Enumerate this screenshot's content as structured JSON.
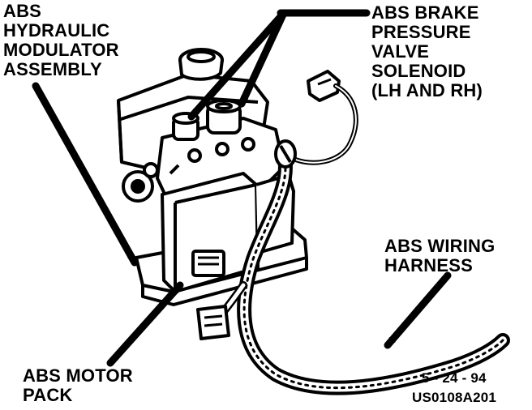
{
  "labels": {
    "hydraulic_modulator": "ABS\nHYDRAULIC\nMODULATOR\nASSEMBLY",
    "brake_pressure_solenoid": "ABS BRAKE\nPRESSURE\nVALVE\nSOLENOID\n(LH AND RH)",
    "wiring_harness": "ABS WIRING\nHARNESS",
    "motor_pack": "ABS MOTOR\nPACK",
    "date": "5 - 24 - 94",
    "figure_code": "US0108A201"
  },
  "colors": {
    "ink": "#000000",
    "paper": "#ffffff"
  }
}
